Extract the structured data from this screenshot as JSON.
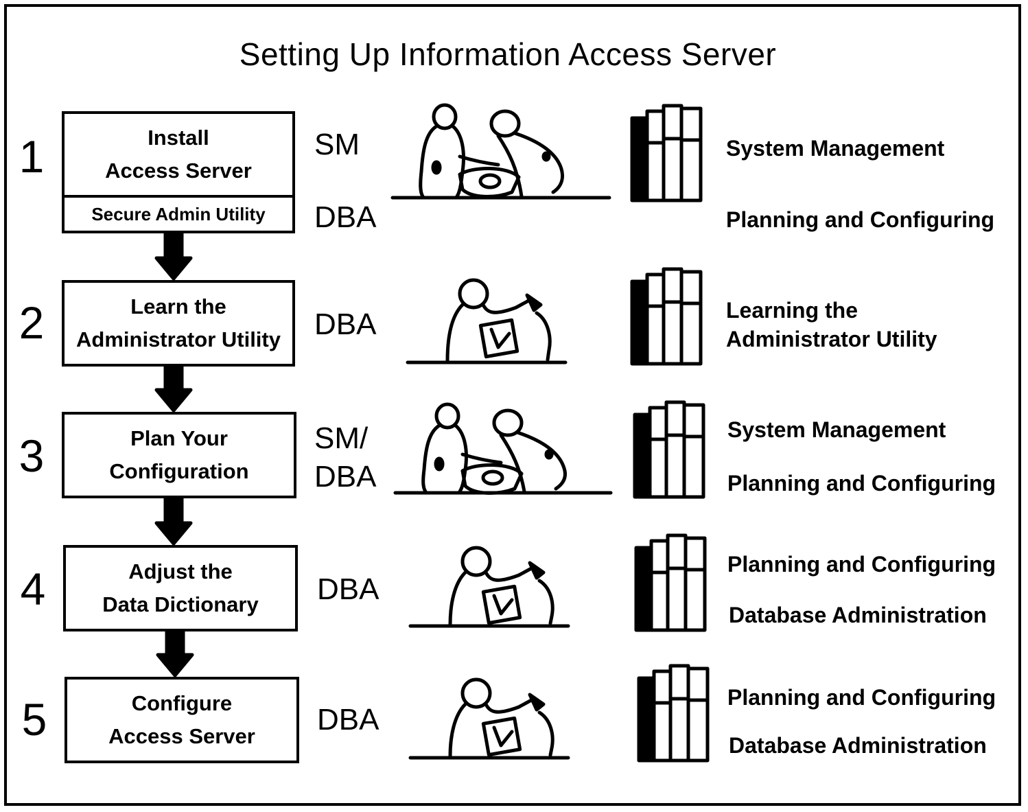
{
  "title": "Setting Up Information Access Server",
  "steps": [
    {
      "number": "1",
      "box_lines": [
        "Install",
        "Access Server"
      ],
      "sub_box": "Secure Admin Utility",
      "roles": [
        "SM",
        "DBA"
      ],
      "books": [
        "System Management",
        "Planning and Configuring"
      ],
      "illustration": "two-people-icon"
    },
    {
      "number": "2",
      "box_lines": [
        "Learn the",
        "Administrator Utility"
      ],
      "roles": [
        "DBA"
      ],
      "books": [
        "Learning the",
        "Administrator Utility"
      ],
      "illustration": "person-at-computer-icon"
    },
    {
      "number": "3",
      "box_lines": [
        "Plan Your",
        "Configuration"
      ],
      "roles": [
        "SM/",
        "DBA"
      ],
      "books": [
        "System Management",
        "Planning and Configuring"
      ],
      "illustration": "two-people-icon"
    },
    {
      "number": "4",
      "box_lines": [
        "Adjust the",
        "Data Dictionary"
      ],
      "roles": [
        "DBA"
      ],
      "books": [
        "Planning and Configuring",
        "Database Administration"
      ],
      "illustration": "person-at-computer-icon"
    },
    {
      "number": "5",
      "box_lines": [
        "Configure",
        "Access Server"
      ],
      "roles": [
        "DBA"
      ],
      "books": [
        "Planning and Configuring",
        "Database Administration"
      ],
      "illustration": "person-at-computer-icon"
    }
  ],
  "icons": [
    "down-arrow-icon",
    "books-icon",
    "two-people-icon",
    "person-at-computer-icon"
  ]
}
